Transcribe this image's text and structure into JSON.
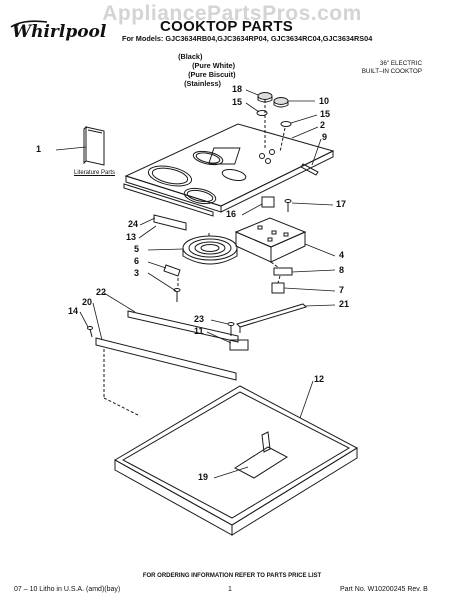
{
  "watermark": "AppliancePartsPros.com",
  "brand": "Whirlpool",
  "title": "COOKTOP PARTS",
  "models_line": "For Models: GJC3634RB04,GJC3634RP04, GJC3634RC04,GJC3634RS04",
  "finishes": [
    "(Black)",
    "(Pure White)",
    "(Pure Biscuit)",
    "(Stainless)"
  ],
  "product": {
    "line1": "36\" ELECTRIC",
    "line2": "BUILT–IN COOKTOP"
  },
  "literature_label": "Literature Parts",
  "callouts": [
    "1",
    "2",
    "3",
    "4",
    "5",
    "6",
    "7",
    "8",
    "9",
    "10",
    "11",
    "12",
    "13",
    "14",
    "15",
    "15",
    "16",
    "17",
    "18",
    "19",
    "20",
    "21",
    "22",
    "23",
    "24"
  ],
  "footer": {
    "note": "FOR ORDERING INFORMATION REFER TO PARTS PRICE LIST",
    "left": "07 – 10 Litho in U.S.A. (amd)(bay)",
    "page": "1",
    "right": "Part No. W10200245 Rev. B"
  },
  "colors": {
    "line": "#1a1a1a",
    "watermark": "#d4d4d4"
  }
}
